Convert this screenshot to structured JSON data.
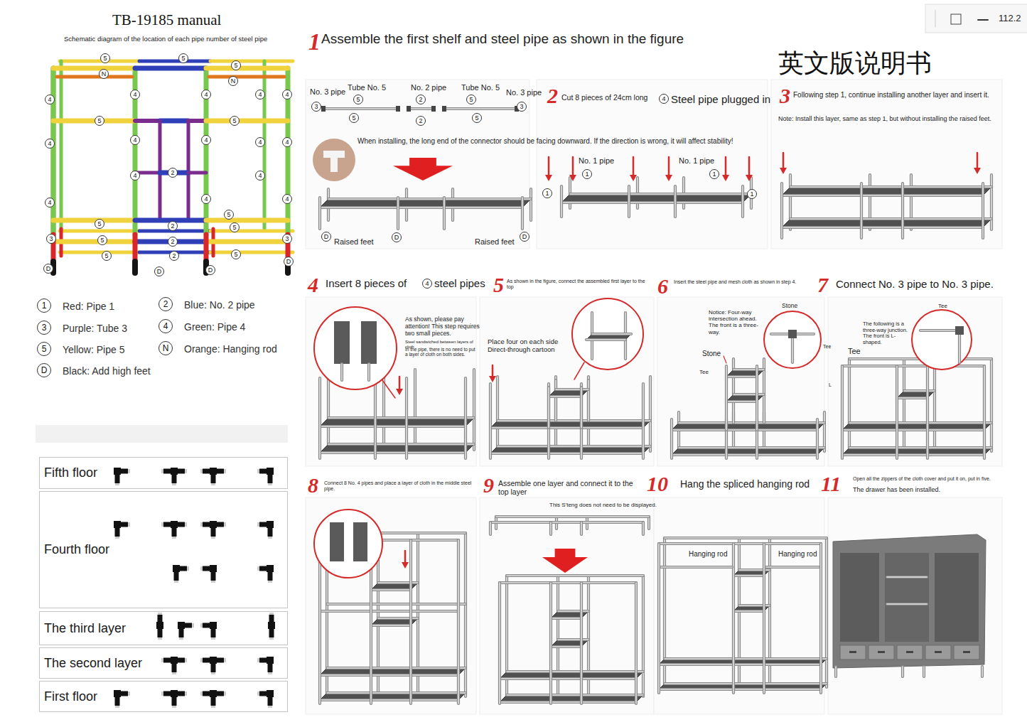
{
  "diagram": {
    "title": "TB-19185 manual",
    "nodes": [
      {
        "text": [
          "Fifth floor"
        ]
      },
      {
        "text": [
          "Fourth floor"
        ]
      },
      {
        "text": [
          "The third layer"
        ]
      },
      {
        "text": [
          "The second layer"
        ]
      },
      {
        "text": [
          "First floor"
        ]
      }
    ],
    "labels": [
      "5",
      "5",
      "N",
      "5",
      "N",
      "4",
      "4",
      "4",
      "4",
      "4",
      "5",
      "5",
      "4",
      "4",
      "4",
      "4",
      "4",
      "2",
      "4",
      "4",
      "4",
      "4",
      "4",
      "5",
      "5",
      "2",
      "5",
      "3",
      "5",
      "2",
      "3",
      "5",
      "2",
      "5",
      "D",
      "D",
      "D",
      "D",
      "1",
      "2",
      "3",
      "4",
      "5",
      "N",
      "D",
      "Schematic diagram of the location of each pipe number of steel pipe",
      "1",
      "Assemble the first shelf and steel pipe as shown in the figure",
      "英文版说明书",
      "No. 3 pipe",
      "Tube No. 5",
      "No. 2 pipe",
      "Tube No. 5",
      "No. 3 pipe",
      "3",
      "5",
      "5",
      "2",
      "2",
      "5",
      "5",
      "3",
      "When installing, the long end of the connector should be facing downward. If the direction is wrong, it will affect stability!",
      "Raised feet",
      "D",
      "D",
      "Raised feet",
      "D",
      "2",
      "Cut 8 pieces of 24cm long",
      "4",
      "Steel pipe plugged in",
      "3",
      "Following step 1, continue installing another layer and insert it.",
      "Note: Install this layer, same as step 1, but without installing the raised feet.",
      "No. 1 pipe",
      "1",
      "No. 1 pipe",
      "1",
      "1",
      "1",
      "4",
      "Insert 8 pieces of",
      "4",
      "steel pipes",
      "5",
      "As shown in the figure, connect the assembled first layer to the top",
      "6",
      "Insert the steel pipe and mesh cloth as shown in step 4.",
      "7",
      "Connect No. 3 pipe to No. 3 pipe.",
      "As shown, please pay attention! This step requires two small pieces.",
      "Steel sandwiched between layers of cloth",
      "In the pipe, there is no need to put a layer of cloth on both sides.",
      "Place four on each side Direct-through cartoon",
      "Notice: Four-way intersection ahead. The front is a three-way.",
      "Stone",
      "Tee",
      "Stone",
      "Tee",
      "Tee",
      "The following is a three-way junction. The front is L-shaped.",
      "Tee",
      "L",
      "8",
      "Connect 8 No. 4 pipes and place a layer of cloth in the middle steel pipe.",
      "9",
      "Assemble one layer and connect it to the top layer",
      "This S'teng does not need to be displayed.",
      "10",
      "Hang the spliced hanging rod",
      "Hanging rod",
      "Hanging rod",
      "11",
      "Open all the zippers of the cloth cover and put it on, put in five.",
      "The drawer has been installed.",
      "112.2"
    ],
    "legend": [
      {
        "text": "Red: Pipe 1"
      },
      {
        "text": "Blue: No. 2 pipe"
      },
      {
        "text": "Purple: Tube 3"
      },
      {
        "text": "Green: Pipe 4"
      },
      {
        "text": "Yellow: Pipe 5"
      },
      {
        "text": "Orange: Hanging rod"
      },
      {
        "text": "Black: Add high feet"
      }
    ]
  }
}
